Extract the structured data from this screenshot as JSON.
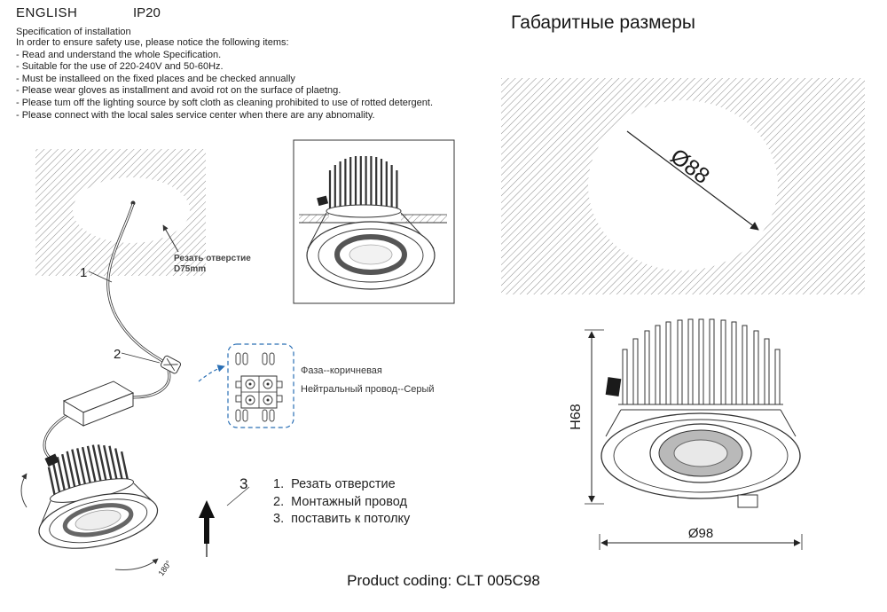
{
  "header": {
    "language": "ENGLISH",
    "ip_rating": "IP20",
    "spec_title": "Specification of installation",
    "spec_lines": [
      "In order to ensure safety use, please notice the following items:",
      "- Read and understand the whole Specification.",
      "- Suitable for the use of 220-240V and 50-60Hz.",
      "- Must be installeed on the fixed places and be checked annually",
      "- Please wear gloves as installment and avoid rot on the surface of plaetng.",
      "- Please tum off the lighting source by soft cloth as cleaning prohibited to use of rotted detergent.",
      "- Please connect with the local sales service center when there are any abnomality."
    ]
  },
  "installation": {
    "cut_hole_label": "Резать отверстие",
    "cut_hole_size": "D75mm",
    "markers": [
      "1",
      "2",
      "3"
    ],
    "rotation_label": "180°",
    "wiring_phase": "Фаза--коричневая",
    "wiring_neutral": "Нейтральный провод--Серый",
    "steps": [
      "1.  Резать отверстие",
      "2.  Монтажный провод",
      "3.  поставить к потолку"
    ]
  },
  "dimensions": {
    "title": "Габаритные размеры",
    "cutout_diameter": "Ø88",
    "height": "H68",
    "outer_diameter": "Ø98"
  },
  "footer": {
    "product_coding": "Product coding: CLT 005C98"
  }
}
